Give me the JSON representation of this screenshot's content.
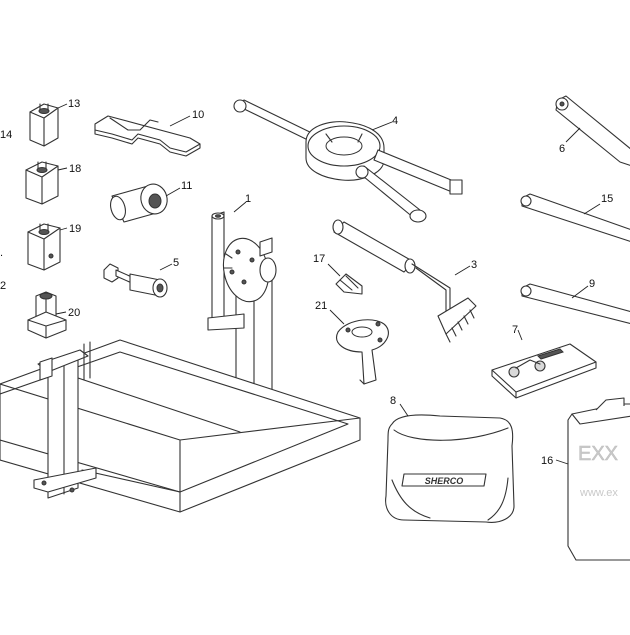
{
  "labels": {
    "n1": "1",
    "n2": "2",
    "n3": "3",
    "n4": "4",
    "n5": "5",
    "n6": "6",
    "n7": "7",
    "n8": "8",
    "n9": "9",
    "n10": "10",
    "n11": "11",
    "n13": "13",
    "n14": "14",
    "n15": "15",
    "n16": "16",
    "n17": "17",
    "n18": "18",
    "n19": "19",
    "n20": "20",
    "n21": "21"
  },
  "texts": {
    "bag_brand": "SHERCO",
    "case_brand": "EXX",
    "case_url": "www.ex"
  }
}
